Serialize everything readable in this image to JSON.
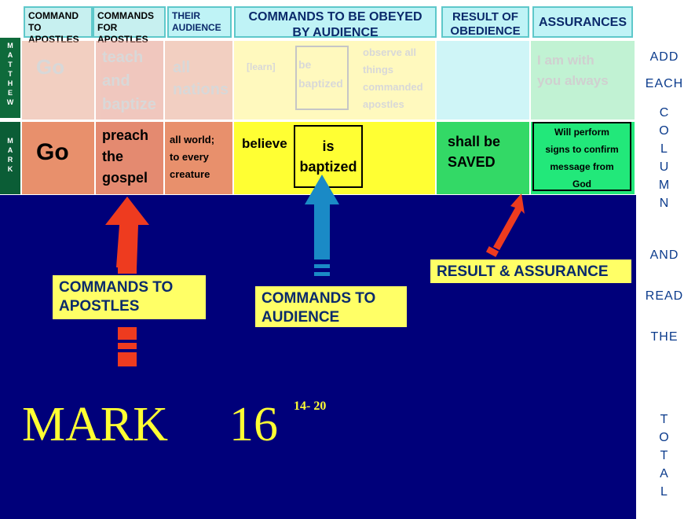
{
  "headers": [
    "COMMAND\nTO APOSTLES",
    "COMMANDS\nFOR APOSTLES",
    "THEIR\nAUDIENCE",
    "COMMANDS TO BE OBEYED\nBY AUDIENCE",
    "RESULT OF\nOBEDIENCE",
    "ASSURANCES"
  ],
  "matthew": {
    "side_label": "M\nA\nT\nT\nH\nE\nW",
    "go": "Go",
    "teach": "teach\nand\nbaptize",
    "nations": "all\nnations",
    "learn": "[learn]",
    "baptized": "be\nbaptized",
    "observe": "observe all\nthings\ncommanded\napostles",
    "assurance": "I am with\nyou always"
  },
  "mark": {
    "side_label": "M\nA\nR\nK",
    "go": "Go",
    "preach": "preach\nthe\ngospel",
    "world": "all world;\nto every\ncreature",
    "believe": "believe",
    "baptized": "is\nbaptized",
    "saved": "shall be\nSAVED",
    "assurance": "Will perform\nsigns to confirm\nmessage from\nGod"
  },
  "labels": {
    "apostles": "COMMANDS TO\nAPOSTLES",
    "audience": "COMMANDS TO\nAUDIENCE",
    "result": "RESULT & ASSURANCE"
  },
  "title": {
    "book": "MARK",
    "chapter": "16",
    "verses": "14-  20"
  },
  "side_text": {
    "line1": "ADD\nEACH",
    "column": "C\nO\nL\nU\nM\nN",
    "and": "AND",
    "read": "READ",
    "the": "THE",
    "total": "T\nO\nT\nA\nL"
  }
}
